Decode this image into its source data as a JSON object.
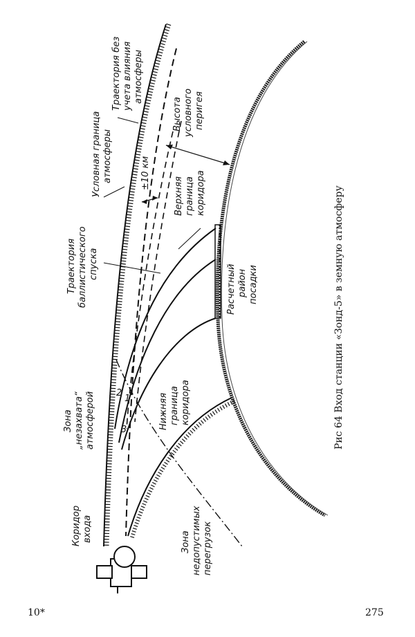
{
  "figure": {
    "caption": "Рис 64 Вход станции «Зонд-5» в земную атмосферу",
    "labels": {
      "trajectory_no_atmosphere": [
        "Траектория без",
        "учета влияния",
        "атмосферы"
      ],
      "conditional_atmosphere_boundary": [
        "Условная граница",
        "атмосферы"
      ],
      "conditional_perigee_height": [
        "Высота",
        "условного",
        "перигея"
      ],
      "plus_minus_10km": "±10 км",
      "ballistic_trajectory": [
        "Траектория",
        "баллистического",
        "спуска"
      ],
      "upper_corridor_boundary": [
        "Верхняя",
        "граница",
        "коридора"
      ],
      "capture_zone": [
        "Зона",
        "„незахвата“",
        "атмосферой"
      ],
      "landing_area": [
        "Расчетный",
        "район",
        "посадки"
      ],
      "lower_corridor_boundary": [
        "Нижняя",
        "граница",
        "коридора"
      ],
      "entry_corridor": [
        "Коридор",
        "входа"
      ],
      "overload_zone": [
        "Зона",
        "недопустимых",
        "перегрузок"
      ],
      "marker_1": "1",
      "marker_2": "2",
      "marker_3": "3"
    }
  },
  "footer": {
    "left": "10*",
    "right": "275"
  }
}
